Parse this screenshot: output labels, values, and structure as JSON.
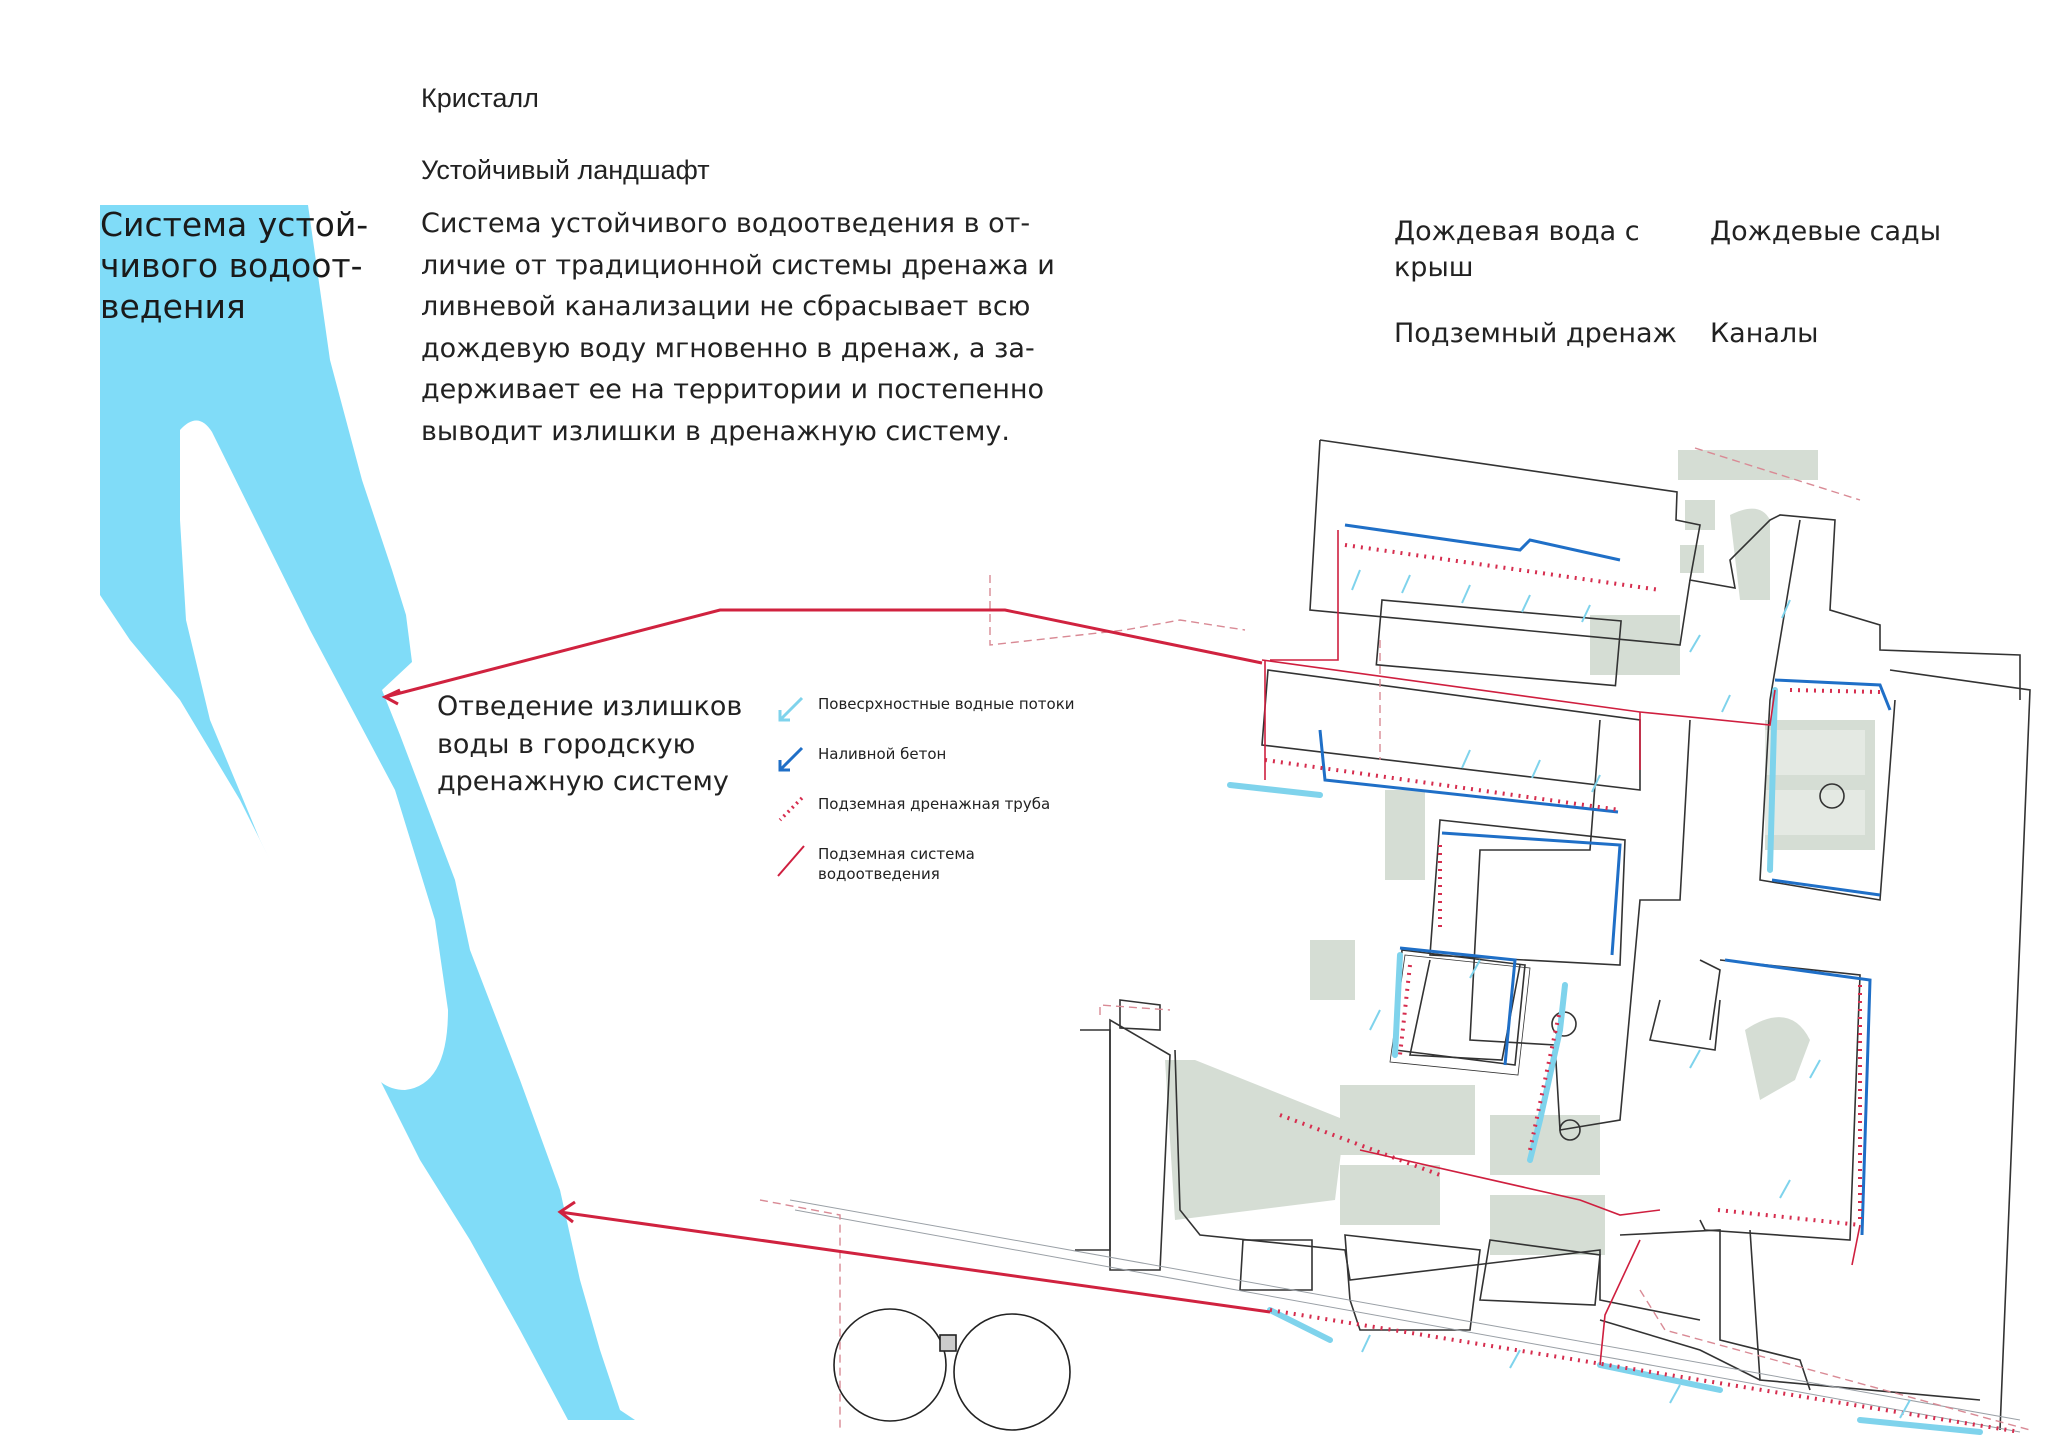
{
  "header": {
    "project_name": "Кристалл",
    "subtitle": "Устойчивый ландшафт"
  },
  "side_title": "Система устой-\nчивого водоот-\nведения",
  "description": "Система устойчивого водоотведения в от-\nличие от традиционной системы дренажа и\nливневой канализации не сбрасывает всю\nдождевую воду мгновенно в дренаж, а за-\nдерживает ее на территории и постепенно\nвыводит излишки в дренажную систему.",
  "toggles": {
    "roof_water": "Дождевая вода с\nкрыш",
    "rain_gardens": "Дождевые сады",
    "underground_drainage": "Подземный дренаж",
    "canals": "Каналы"
  },
  "callout": "Отведение излишков\nводы в городскую\nдренажную систему",
  "legend": {
    "surface_flows": "Повесрхностные водные потоки",
    "poured_concrete": "Наливной бетон",
    "drain_pipe": "Подземная дренажная труба",
    "drainage_system": "Подземная система\nводоотведения"
  },
  "colors": {
    "river": "#80dcf8",
    "surface_flow": "#7fd3ec",
    "concrete": "#1f6fc7",
    "drain_pipe": "#d62d4e",
    "drainage_line": "#cf1f3f",
    "green_area": "#d5ddd4",
    "building_outline": "#333333"
  },
  "icons": [
    "arrow-light-blue-icon",
    "arrow-blue-icon",
    "dotted-red-line-icon",
    "red-line-icon"
  ]
}
